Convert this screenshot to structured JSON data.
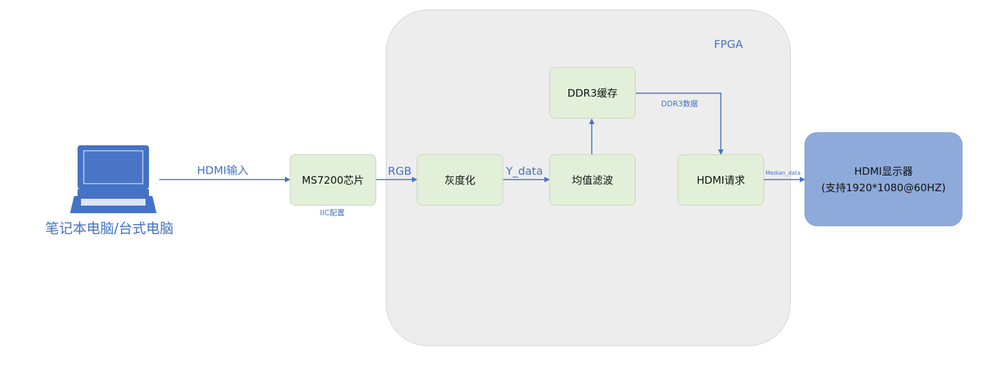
{
  "fpga_label": "FPGA",
  "laptop_label": "笔记本电脑/台式电脑",
  "blocks": {
    "ms7200": "MS7200芯片",
    "gray": "灰度化",
    "median": "均值滤波",
    "ddr3": "DDR3缓存",
    "hdmi_req": "HDMI请求"
  },
  "display": {
    "line1": "HDMI显示器",
    "line2": "(支持1920*1080@60HZ)"
  },
  "edge_labels": {
    "hdmi_input": "HDMI输入",
    "iic": "IIC配置",
    "rgb": "RGB",
    "y_data": "Y_data",
    "ddr3_data": "DDR3数据",
    "median_data": "Median_data"
  },
  "colors": {
    "accent": "#4472c4",
    "block_fill": "#e2efd9",
    "fpga_fill": "#ededed",
    "display_fill": "#8eaadb"
  }
}
